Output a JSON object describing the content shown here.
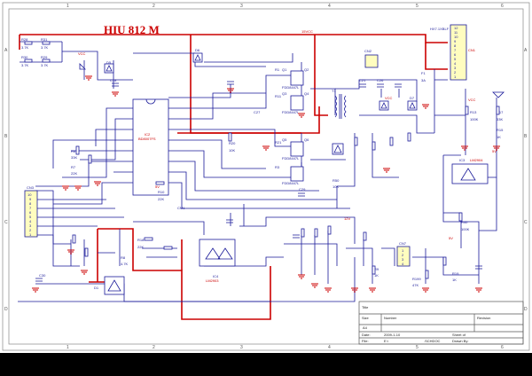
{
  "title": "HIU   812   M",
  "border": {
    "cols": [
      "1",
      "2",
      "3",
      "4",
      "5",
      "6"
    ],
    "rows": [
      "A",
      "B",
      "C",
      "D"
    ]
  },
  "chips": {
    "ic2_ref": "IC2",
    "ic2_part": "BD8007FS",
    "lm2903_ref": "IC4",
    "lm2903_part": "LM2903",
    "lm2904_ref": "IC3",
    "lm2904_part": "LM2904",
    "cn1": "CN1",
    "cn2": "CN2",
    "cn3": "CN3",
    "cn7": "CN7",
    "t1": "T1"
  },
  "labels": {
    "r28": "R28",
    "r28v": "3.7K",
    "r31": "R31",
    "r31v": "3.7K",
    "r30": "R30",
    "r30v": "3.7K",
    "r29": "R29",
    "r29v": "3.7K",
    "d5": "D5",
    "d6": "D6",
    "d7": "D7",
    "d1": "D1",
    "q1": "Q1",
    "q2": "Q2",
    "q3": "Q3",
    "q4": "Q4",
    "q5": "Q5",
    "q6": "Q6",
    "mos1": "FDD8447L",
    "mos2": "FDD8447L",
    "mos3": "FDD8447L",
    "mos4": "FDD8447L",
    "r1": "R1",
    "r11": "R11",
    "r21": "R21",
    "r3": "R3",
    "c18": "C18",
    "c27": "C27",
    "c21": "C21",
    "c26": "C26",
    "c29": "C29",
    "c30": "C30",
    "r20": "R20",
    "r20v": "10K",
    "r10": "R10",
    "r10v": "22K",
    "r18": "R18",
    "r18v": "22K",
    "r13": "R13",
    "r13v": "100K",
    "r17": "R17",
    "r17v": "33K",
    "r15": "R15",
    "r15v": "1K",
    "r40": "R40",
    "r40v": "100K",
    "r50": "R50",
    "r50v": "10K",
    "r9": "R9",
    "r9v": "1K",
    "r6": "R6",
    "r6v": "33K",
    "r7": "R7",
    "r7v": "22K",
    "r8": "R8",
    "r8v": "4.7K",
    "r19": "R19",
    "r19v": "1K",
    "r199": "R199",
    "r199v": "47K",
    "f1": "F1",
    "f1v": "3A",
    "cn1_part": "HX7.1XBLF",
    "cn1_pins": [
      "12",
      "11",
      "10",
      "9",
      "8",
      "7",
      "6",
      "5",
      "4",
      "3",
      "2",
      "1"
    ],
    "cn3_pins": [
      "10",
      "9",
      "8",
      "7",
      "6",
      "5",
      "4",
      "3",
      "2",
      "1"
    ],
    "cn7_pins": [
      "1",
      "2",
      "3",
      "4"
    ],
    "vcc": "VCC",
    "v5": "5V",
    "v12": "12V",
    "v15": "15VCC",
    "cm1": "CM1"
  },
  "title_block": {
    "title_label": "Title",
    "size_label": "Size",
    "size_value": "A4",
    "number_label": "Number",
    "revision_label": "Revision",
    "date_label": "Date:",
    "date_value": "2009-1-10",
    "sheet_label": "Sheet   of",
    "file_label": "File:",
    "file_value": "E:\\",
    "file_name": ".SCHDOC",
    "drawn_label": "Drawn By:"
  }
}
